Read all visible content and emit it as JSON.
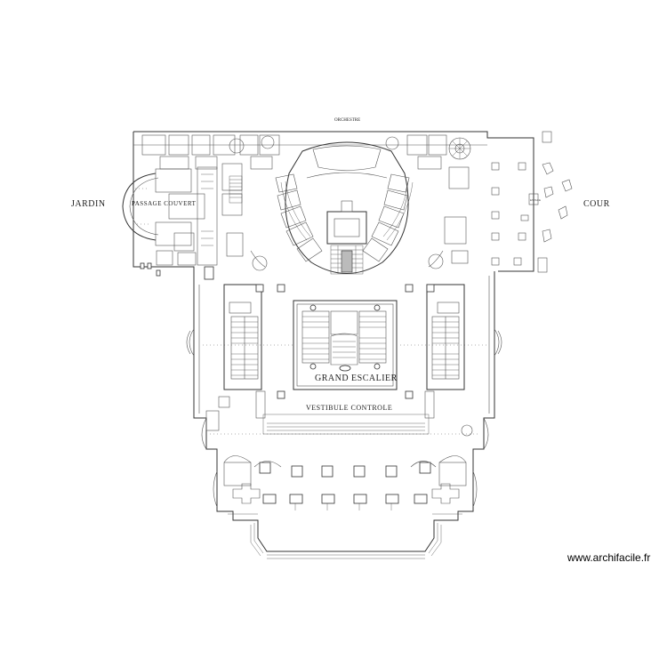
{
  "labels": {
    "jardin": "JARDIN",
    "cour": "COUR",
    "orchestre": "ORCHESTRE",
    "passage_couvert": "PASSAGE COUVERT",
    "grand_escalier": "GRAND ESCALIER",
    "vestibule": "VESTIBULE CONTROLE"
  },
  "watermark": "www.archifacile.fr"
}
